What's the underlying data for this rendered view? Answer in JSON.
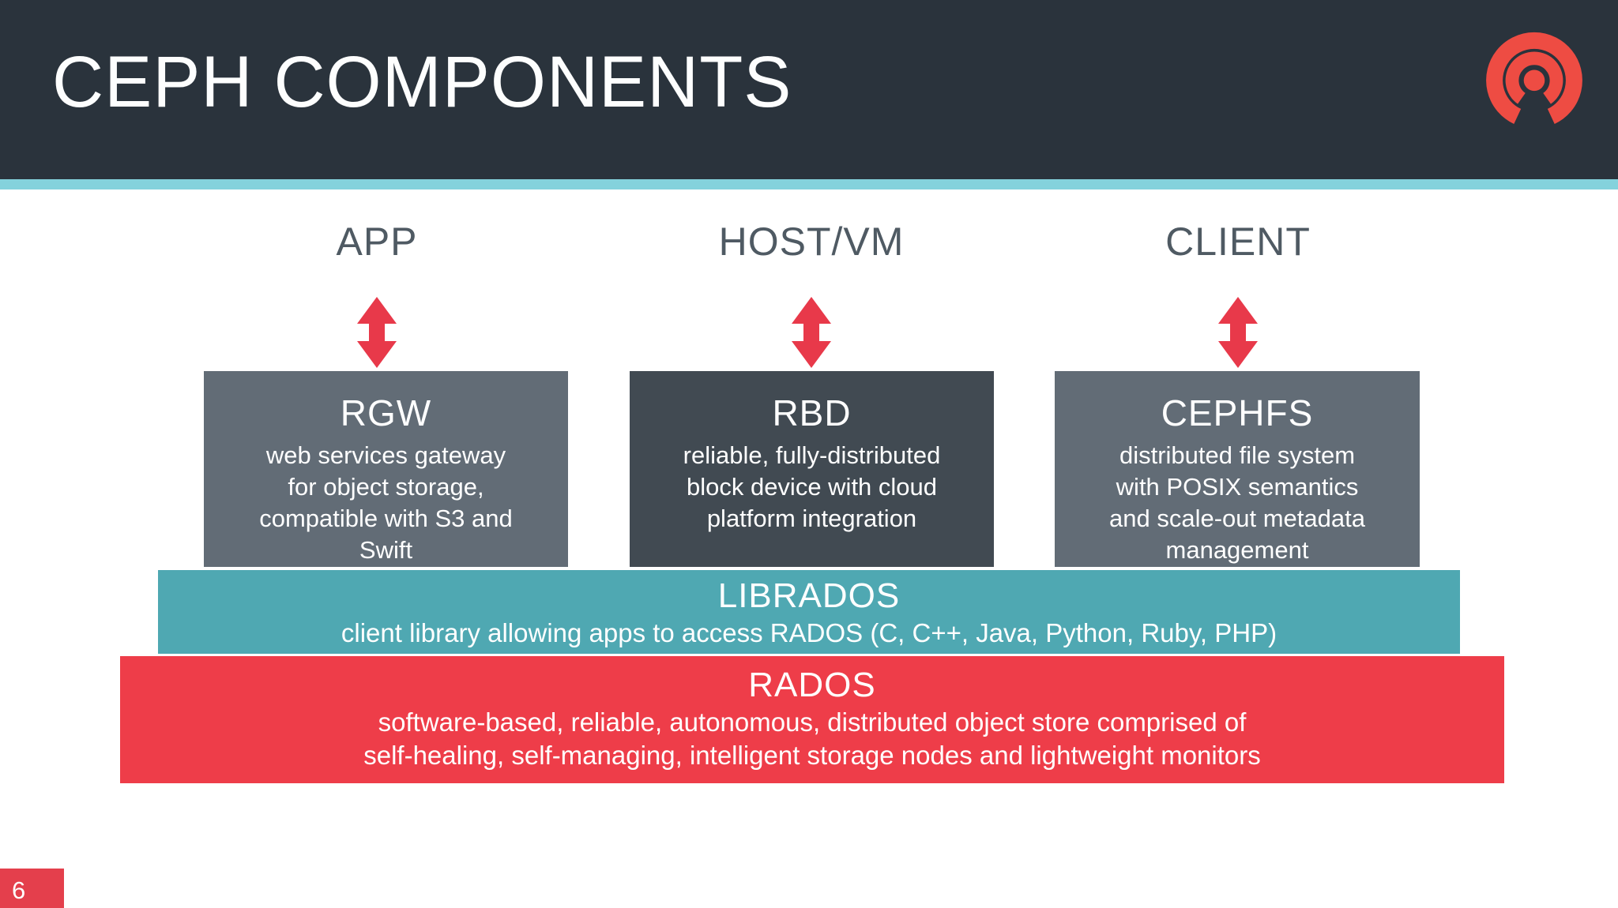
{
  "header": {
    "title": "CEPH COMPONENTS"
  },
  "columns": [
    {
      "label": "APP",
      "box": {
        "title": "RGW",
        "lines": [
          "web services gateway",
          "for object storage,",
          "compatible with S3 and",
          "Swift"
        ]
      }
    },
    {
      "label": "HOST/VM",
      "box": {
        "title": "RBD",
        "lines": [
          "reliable, fully-distributed",
          "block device with cloud",
          "platform integration"
        ]
      }
    },
    {
      "label": "CLIENT",
      "box": {
        "title": "CEPHFS",
        "lines": [
          "distributed file system",
          "with POSIX semantics",
          "and scale-out metadata",
          "management"
        ]
      }
    }
  ],
  "layers": {
    "librados": {
      "title": "LIBRADOS",
      "description": "client library allowing apps to access RADOS (C, C++, Java, Python, Ruby, PHP)"
    },
    "rados": {
      "title": "RADOS",
      "description_lines": [
        "software-based, reliable, autonomous, distributed object store comprised of",
        "self-healing, self-managing, intelligent storage nodes and lightweight monitors"
      ]
    }
  },
  "footer": {
    "page_number": "6"
  },
  "colors": {
    "header_bg": "#2a333c",
    "accent_strip_teal": "#84d2dc",
    "label_text_gray": "#4f5a63",
    "arrow_red": "#e8394a",
    "box_gray_light": "#626c76",
    "box_gray_dark": "#414a52",
    "librados_teal": "#4fa8b2",
    "rados_red": "#ee3d49",
    "page_badge_red": "#e43f4c",
    "logo_red": "#ee4c43"
  }
}
